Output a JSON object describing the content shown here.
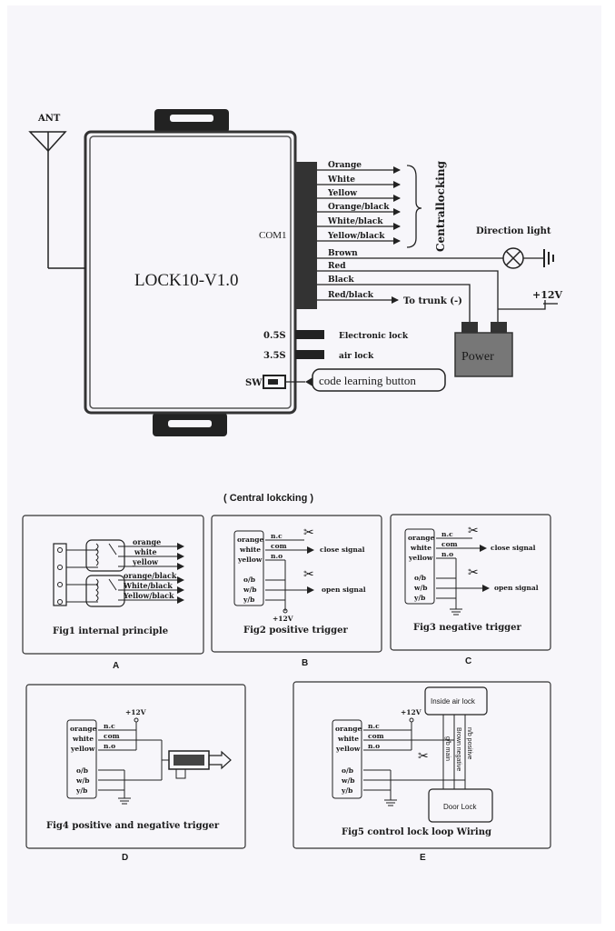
{
  "main": {
    "ant": "ANT",
    "unit": "LOCK10-V1.0",
    "com": "COM1",
    "wires": [
      "Orange",
      "White",
      "Yellow",
      "Orange/black",
      "White/black",
      "Yellow/black",
      "Brown",
      "Red",
      "Black",
      "Red/black"
    ],
    "central": "Centrallocking",
    "direction": "Direction light",
    "plus12": "+12V",
    "trunk": "To trunk (-)",
    "power": "Power",
    "t05": "0.5S",
    "t35": "3.5S",
    "elock": "Electronic lock",
    "alock": "air lock",
    "sw": "SW",
    "learn": "code learning button"
  },
  "section_title": "( Central lokcking )",
  "fig1": {
    "wires": [
      "orange",
      "white",
      "yellow",
      "orange/black",
      "White/black",
      "Yellow/black"
    ],
    "caption": "Fig1 internal principle",
    "letter": "A"
  },
  "fig2": {
    "left": [
      "orange",
      "white",
      "yellow",
      "o/b",
      "w/b",
      "y/b"
    ],
    "nc": "n.c",
    "com": "com",
    "no": "n.o",
    "close": "close signal",
    "open": "open signal",
    "v": "+12V",
    "caption": "Fig2 positive trigger",
    "letter": "B"
  },
  "fig3": {
    "left": [
      "orange",
      "white",
      "yellow",
      "o/b",
      "w/b",
      "y/b"
    ],
    "nc": "n.c",
    "com": "com",
    "no": "n.o",
    "close": "close signal",
    "open": "open signal",
    "caption": "Fig3 negative trigger",
    "letter": "C"
  },
  "fig4": {
    "left": [
      "orange",
      "white",
      "yellow",
      "o/b",
      "w/b",
      "y/b"
    ],
    "nc": "n.c",
    "com": "com",
    "no": "n.o",
    "v": "+12V",
    "caption": "Fig4 positive and negative trigger",
    "letter": "D"
  },
  "fig5": {
    "left": [
      "orange",
      "white",
      "yellow",
      "o/b",
      "w/b",
      "y/b"
    ],
    "nc": "n.c",
    "com": "com",
    "no": "n.o",
    "v": "+12V",
    "inside": "Inside air lock",
    "door": "Door Lock",
    "v1": "g/b main",
    "v2": "Brown negative",
    "v3": "n/b positive",
    "caption": "Fig5 control lock loop Wiring",
    "letter": "E"
  }
}
